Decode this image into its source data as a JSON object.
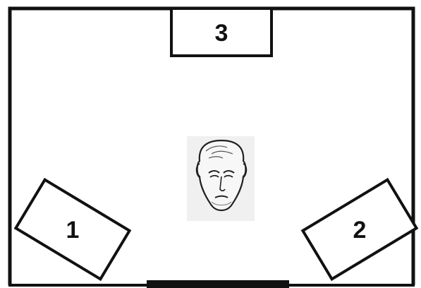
{
  "speakers": [
    {
      "label": "1"
    },
    {
      "label": "2"
    },
    {
      "label": "3"
    }
  ],
  "listener": {
    "icon": "listener-head-icon"
  },
  "colors": {
    "line": "#111111",
    "background": "#ffffff",
    "head_background": "#f0f0f0"
  }
}
